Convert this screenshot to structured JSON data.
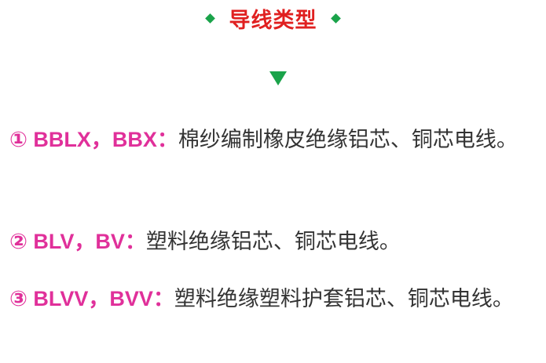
{
  "title": {
    "text": "导线类型"
  },
  "items": [
    {
      "prefix": "① BBLX，BBX：",
      "description": "棉纱编制橡皮绝缘铝芯、铜芯电线。"
    },
    {
      "prefix": "② BLV，BV：",
      "description": "塑料绝缘铝芯、铜芯电线。"
    },
    {
      "prefix": "③ BLVV，BVV：",
      "description": "塑料绝缘塑料护套铝芯、铜芯电线。"
    }
  ],
  "colors": {
    "title": "#e02020",
    "prefix": "#e0309a",
    "accent": "#1aa34a",
    "body_text": "#333333"
  }
}
